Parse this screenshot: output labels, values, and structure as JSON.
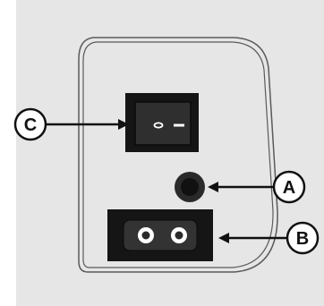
{
  "diagram": {
    "title": "",
    "callouts": [
      {
        "id": "A",
        "label": "A",
        "target": "round-port"
      },
      {
        "id": "B",
        "label": "B",
        "target": "power-inlet"
      },
      {
        "id": "C",
        "label": "C",
        "target": "rocker-switch"
      }
    ],
    "switch": {
      "symbols": [
        "o",
        "—"
      ]
    },
    "colors": {
      "background": "#e6e6e6",
      "panel_fill": "#e6e6e6",
      "panel_outline": "#5a5a5a",
      "component_dark": "#1c1c1c",
      "component_mid": "#3a3a3a",
      "callout_fill": "#ffffff",
      "callout_stroke": "#111111"
    }
  }
}
